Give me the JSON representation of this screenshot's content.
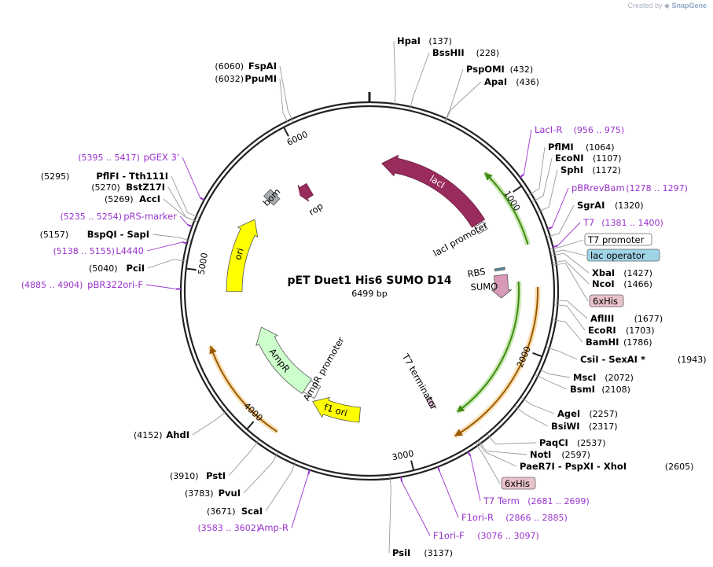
{
  "credit": {
    "prefix": "Created by",
    "brand": "SnapGene"
  },
  "plasmid": {
    "name": "pET Duet1 His6 SUMO D14",
    "size_label": "6499 bp",
    "length": 6499
  },
  "colors": {
    "backbone": "#222222",
    "enzyme_text": "#000000",
    "primer": "#9933cc",
    "leader": "#999999",
    "lacI": "#992c5c",
    "rop": "#992c5c",
    "bom": "#a8adb3",
    "ori": "#ffff00",
    "ampR": "#ccffcc",
    "f1ori": "#ffff00",
    "sumo": "#d99ab8",
    "promoter_arc": "#6bbf2a",
    "orf_arc": "#f0a22a",
    "tag_bg": "#e8c2cc",
    "lacop_bg": "#9fd3e6"
  },
  "ticks": [
    "1000",
    "2000",
    "3000",
    "4000",
    "5000",
    "6000"
  ],
  "features": [
    {
      "name": "lacI",
      "start": 100,
      "end": 1050,
      "dir": -1,
      "radius": 163,
      "width": 19,
      "kind": "lacI"
    },
    {
      "name": "lacI promoter",
      "start": 1060,
      "end": 1125,
      "dir": 0,
      "radius": 163,
      "width": 13,
      "kind": "prom"
    },
    {
      "name": "rop",
      "start": 5850,
      "end": 5950,
      "dir": -1,
      "radius": 150,
      "width": 17,
      "kind": "rop"
    },
    {
      "name": "bom",
      "start": 5630,
      "end": 5700,
      "dir": 0,
      "radius": 172,
      "width": 17,
      "kind": "bom"
    },
    {
      "name": "ori",
      "start": 4870,
      "end": 5450,
      "dir": 1,
      "radius": 172,
      "width": 20,
      "kind": "ori"
    },
    {
      "name": "AmpR",
      "start": 3850,
      "end": 4540,
      "dir": 1,
      "radius": 145,
      "width": 22,
      "kind": "ampR"
    },
    {
      "name": "AmpR promoter",
      "start": 3740,
      "end": 3850,
      "dir": 0,
      "radius": 145,
      "width": 17,
      "kind": "prom"
    },
    {
      "name": "f1 ori",
      "start": 3330,
      "end": 3740,
      "dir": 1,
      "radius": 158,
      "width": 19,
      "kind": "f1ori"
    },
    {
      "name": "T7 terminator",
      "start": 2710,
      "end": 2750,
      "dir": 0,
      "radius": 162,
      "width": 13,
      "kind": "term"
    },
    {
      "name": "SUMO",
      "start": 1500,
      "end": 1680,
      "dir": 1,
      "radius": 168,
      "width": 17,
      "kind": "sumo"
    },
    {
      "name": "RBS",
      "start": 1445,
      "end": 1462,
      "dir": 0,
      "radius": 168,
      "width": 13,
      "kind": "rbs"
    }
  ],
  "arcs": [
    {
      "start": 800,
      "end": 1330,
      "radius": 210,
      "kind": "promoter_arc",
      "dir": -1
    },
    {
      "start": 1560,
      "end": 2600,
      "radius": 190,
      "kind": "promoter_arc",
      "dir": 1
    },
    {
      "start": 1600,
      "end": 2700,
      "radius": 214,
      "kind": "orf_arc",
      "dir": 1
    },
    {
      "start": 3850,
      "end": 4530,
      "radius": 214,
      "kind": "orf_arc",
      "dir": 1
    }
  ],
  "labels_left": [
    {
      "pos": "(6060)",
      "name": "FspAI",
      "kind": "enzyme"
    },
    {
      "pos": "(6032)",
      "name": "PpuMI",
      "kind": "enzyme"
    },
    {
      "pos": "(5395 .. 5417)",
      "name": "pGEX 3'",
      "kind": "primer"
    },
    {
      "pos": "(5295)",
      "name": "PflFI  - Tth111I",
      "kind": "enzyme"
    },
    {
      "pos": "(5270)",
      "name": "BstZ17I",
      "kind": "enzyme"
    },
    {
      "pos": "(5269)",
      "name": "AccI",
      "kind": "enzyme"
    },
    {
      "pos": "(5235 .. 5254)",
      "name": "pRS-marker",
      "kind": "primer"
    },
    {
      "pos": "(5157)",
      "name": "BspQI  - SapI",
      "kind": "enzyme"
    },
    {
      "pos": "(5138 .. 5155)",
      "name": "L4440",
      "kind": "primer"
    },
    {
      "pos": "(5040)",
      "name": "PciI",
      "kind": "enzyme"
    },
    {
      "pos": "(4885 .. 4904)",
      "name": "pBR322ori-F",
      "kind": "primer"
    },
    {
      "pos": "(4152)",
      "name": "AhdI",
      "kind": "enzyme"
    },
    {
      "pos": "(3910)",
      "name": "PstI",
      "kind": "enzyme"
    },
    {
      "pos": "(3783)",
      "name": "PvuI",
      "kind": "enzyme"
    },
    {
      "pos": "(3671)",
      "name": "ScaI",
      "kind": "enzyme"
    },
    {
      "pos": "(3583 .. 3602)",
      "name": "Amp-R",
      "kind": "primer"
    }
  ],
  "labels_right": [
    {
      "name": "HpaI",
      "pos": "(137)",
      "kind": "enzyme"
    },
    {
      "name": "BssHII",
      "pos": "(228)",
      "kind": "enzyme"
    },
    {
      "name": "PspOMI",
      "pos": "(432)",
      "kind": "enzyme"
    },
    {
      "name": "ApaI",
      "pos": "(436)",
      "kind": "enzyme"
    },
    {
      "name": "LacI-R",
      "pos": "(956 .. 975)",
      "kind": "primer"
    },
    {
      "name": "PflMI",
      "pos": "(1064)",
      "kind": "enzyme"
    },
    {
      "name": "EcoNI",
      "pos": "(1107)",
      "kind": "enzyme"
    },
    {
      "name": "SphI",
      "pos": "(1172)",
      "kind": "enzyme"
    },
    {
      "name": "pBRrevBam",
      "pos": "(1278 .. 1297)",
      "kind": "primer"
    },
    {
      "name": "SgrAI",
      "pos": "(1320)",
      "kind": "enzyme"
    },
    {
      "name": "T7",
      "pos": "(1381 .. 1400)",
      "kind": "primer"
    },
    {
      "name": "T7 promoter",
      "pos": "",
      "kind": "boxed"
    },
    {
      "name": "lac operator",
      "pos": "",
      "kind": "boxed-blue"
    },
    {
      "name": "XbaI",
      "pos": "(1427)",
      "kind": "enzyme"
    },
    {
      "name": "NcoI",
      "pos": "(1466)",
      "kind": "enzyme"
    },
    {
      "name": "6xHis",
      "pos": "",
      "kind": "tag"
    },
    {
      "name": "AflIII",
      "pos": "(1677)",
      "kind": "enzyme"
    },
    {
      "name": "EcoRI",
      "pos": "(1703)",
      "kind": "enzyme"
    },
    {
      "name": "BamHI",
      "pos": "(1786)",
      "kind": "enzyme"
    },
    {
      "name": "CsiI  - SexAI *",
      "pos": "(1943)",
      "kind": "enzyme"
    },
    {
      "name": "MscI",
      "pos": "(2072)",
      "kind": "enzyme"
    },
    {
      "name": "BsmI",
      "pos": "(2108)",
      "kind": "enzyme"
    },
    {
      "name": "AgeI",
      "pos": "(2257)",
      "kind": "enzyme"
    },
    {
      "name": "BsiWI",
      "pos": "(2317)",
      "kind": "enzyme"
    },
    {
      "name": "PaqCI",
      "pos": "(2537)",
      "kind": "enzyme"
    },
    {
      "name": "NotI",
      "pos": "(2597)",
      "kind": "enzyme"
    },
    {
      "name": "PaeR7I  - PspXI  - XhoI",
      "pos": "(2605)",
      "kind": "enzyme"
    },
    {
      "name": "6xHis",
      "pos": "",
      "kind": "tag"
    },
    {
      "name": "T7 Term",
      "pos": "(2681 .. 2699)",
      "kind": "primer"
    },
    {
      "name": "F1ori-R",
      "pos": "(2866 .. 2885)",
      "kind": "primer"
    },
    {
      "name": "F1ori-F",
      "pos": "(3076 .. 3097)",
      "kind": "primer"
    },
    {
      "name": "PsiI",
      "pos": "(3137)",
      "kind": "enzyme"
    }
  ]
}
